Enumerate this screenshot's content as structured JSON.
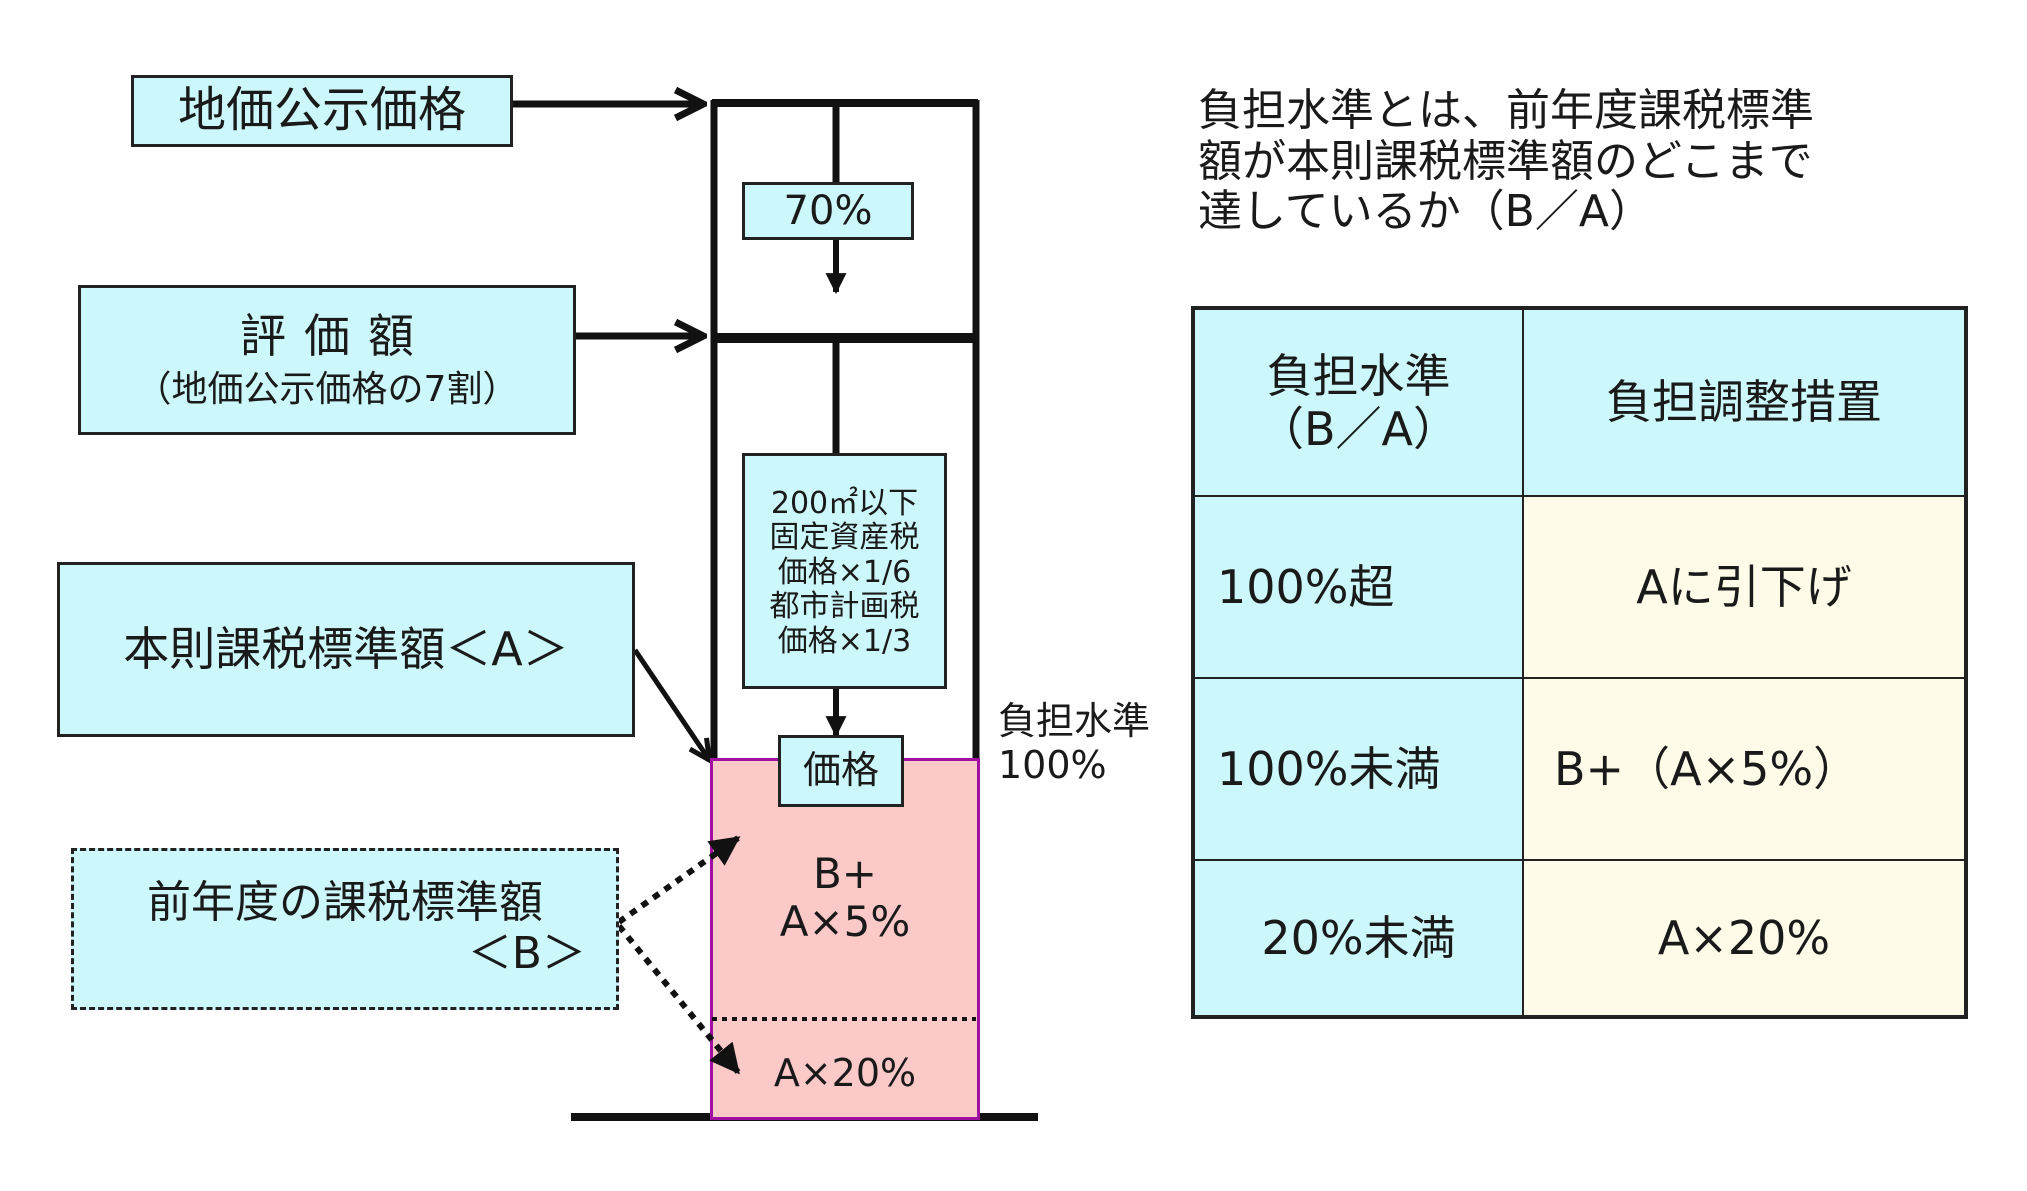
{
  "boxes": {
    "land_price": "地価公示価格",
    "valuation": {
      "line1": "評価額",
      "line2": "（地価公示価格の7割）"
    },
    "standard_a": "本則課税標準額＜A＞",
    "prev_b": {
      "line1": "前年度の課税標準額",
      "line2": "＜B＞"
    }
  },
  "column": {
    "ratio_label": "70%",
    "note_lines": [
      "200㎡以下",
      "固定資産税",
      "価格×1/6",
      "都市計画税",
      "価格×1/3"
    ],
    "price_label": "価格",
    "upper_band": {
      "line1": "B+",
      "line2": "A×5%"
    },
    "lower_band": "A×20%",
    "level_label": {
      "line1": "負担水準",
      "line2": "100%"
    }
  },
  "explanation": {
    "lines": [
      "負担水準とは、前年度課税標準",
      "額が本則課税標準額のどこまで",
      "達しているか（B／A）"
    ]
  },
  "table": {
    "headers": [
      {
        "line1": "負担水準",
        "line2": "（B／A）"
      },
      {
        "line1": "負担調整措置"
      }
    ],
    "rows": [
      {
        "level": "100%超",
        "measure": "Aに引下げ"
      },
      {
        "level": "100%未満",
        "measure": "B+（A×5%）"
      },
      {
        "level": "20%未満",
        "measure": "A×20%"
      }
    ]
  },
  "colors": {
    "box_fill": "#ccf8fb",
    "pink_fill": "#fcc9c9",
    "pink_border": "#a010a0",
    "table_measure_fill": "#fefce8"
  }
}
